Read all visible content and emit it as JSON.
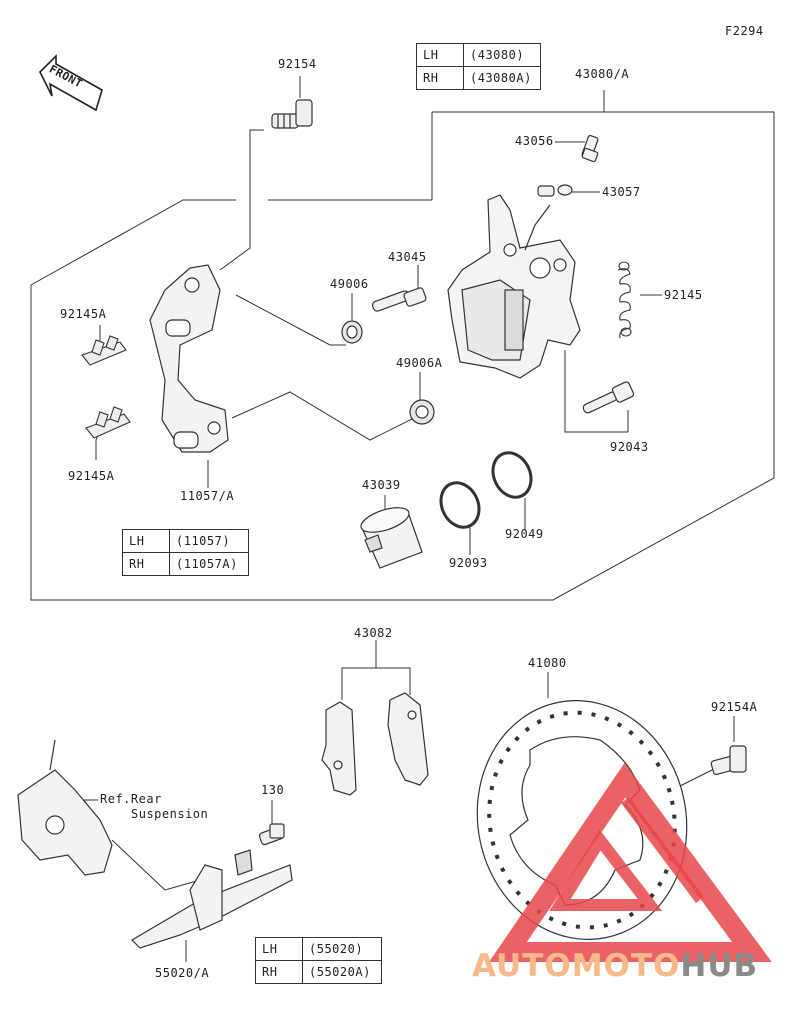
{
  "figure_code": "F2294",
  "front_arrow_label": "FRONT",
  "parts": {
    "p92154": "92154",
    "p43080a": "43080/A",
    "p43056": "43056",
    "p43057": "43057",
    "p43045": "43045",
    "p49006": "49006",
    "p92145a_top": "92145A",
    "p92145": "92145",
    "p49006a": "49006A",
    "p92145a_bottom": "92145A",
    "p92043": "92043",
    "p11057a": "11057/A",
    "p43039": "43039",
    "p92049": "92049",
    "p92093": "92093",
    "p43082": "43082",
    "p41080": "41080",
    "p92154a": "92154A",
    "p130": "130",
    "ref_rear": "Ref.Rear",
    "ref_suspension": "Suspension",
    "p55020a": "55020/A"
  },
  "variant_tables": {
    "caliper": [
      {
        "side": "LH",
        "part": "(43080)"
      },
      {
        "side": "RH",
        "part": "(43080A)"
      }
    ],
    "bracket": [
      {
        "side": "LH",
        "part": "(11057)"
      },
      {
        "side": "RH",
        "part": "(11057A)"
      }
    ],
    "guard": [
      {
        "side": "LH",
        "part": "(55020)"
      },
      {
        "side": "RH",
        "part": "(55020A)"
      }
    ]
  },
  "watermark": {
    "word_a": "AUTOMOTO",
    "word_b": "HUB",
    "color_a": "#f7b98a",
    "color_b": "#8a8a8a",
    "triangle_color": "#e8474b"
  }
}
